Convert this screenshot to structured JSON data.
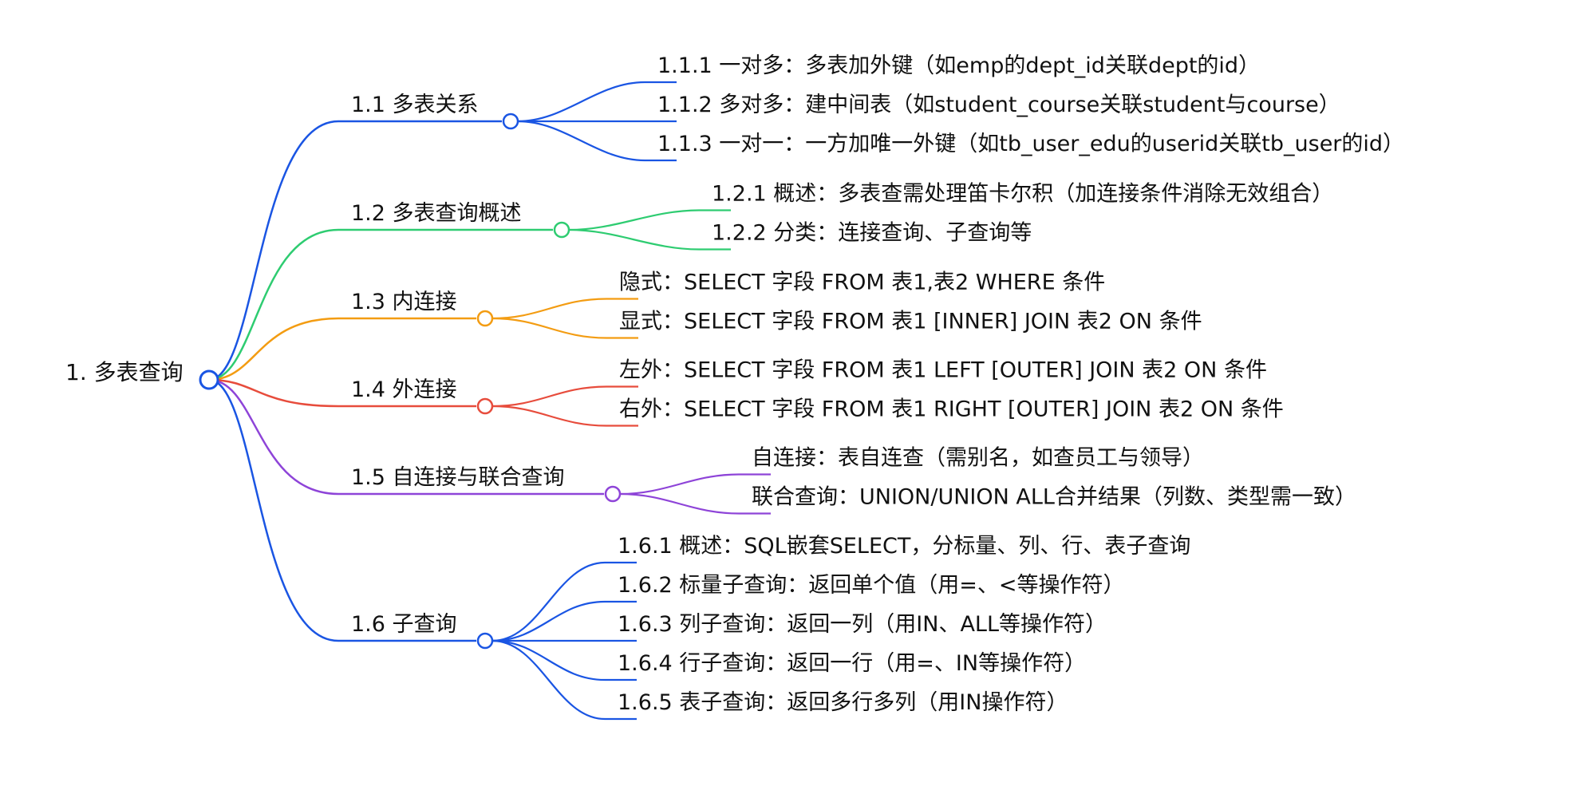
{
  "mindmap": {
    "root": {
      "label": "1. 多表查询",
      "color": "#1a55e3"
    },
    "branches": [
      {
        "label": "1.1 多表关系",
        "color": "#1a55e3",
        "children": [
          "1.1.1 一对多：多表加外键（如emp的dept_id关联dept的id）",
          "1.1.2 多对多：建中间表（如student_course关联student与course）",
          "1.1.3 一对一：一方加唯一外键（如tb_user_edu的userid关联tb_user的id）"
        ]
      },
      {
        "label": "1.2 多表查询概述",
        "color": "#2ecc71",
        "children": [
          "1.2.1 概述：多表查需处理笛卡尔积（加连接条件消除无效组合）",
          "1.2.2 分类：连接查询、子查询等"
        ]
      },
      {
        "label": "1.3 内连接",
        "color": "#f39c12",
        "children": [
          "隐式：SELECT 字段 FROM 表1,表2 WHERE 条件",
          "显式：SELECT 字段 FROM 表1 [INNER] JOIN 表2 ON 条件"
        ]
      },
      {
        "label": "1.4 外连接",
        "color": "#e74c3c",
        "children": [
          "左外：SELECT 字段 FROM 表1 LEFT [OUTER] JOIN 表2 ON 条件",
          "右外：SELECT 字段 FROM 表1 RIGHT [OUTER] JOIN 表2 ON 条件"
        ]
      },
      {
        "label": "1.5 自连接与联合查询",
        "color": "#8e44d8",
        "children": [
          "自连接：表自连查（需别名，如查员工与领导）",
          "联合查询：UNION/UNION ALL合并结果（列数、类型需一致）"
        ]
      },
      {
        "label": "1.6 子查询",
        "color": "#1a55e3",
        "children": [
          "1.6.1 概述：SQL嵌套SELECT，分标量、列、行、表子查询",
          "1.6.2 标量子查询：返回单个值（用=、<等操作符）",
          "1.6.3 列子查询：返回一列（用IN、ALL等操作符）",
          "1.6.4 行子查询：返回一行（用=、IN等操作符）",
          "1.6.5 表子查询：返回多行多列（用IN操作符）"
        ]
      }
    ]
  }
}
